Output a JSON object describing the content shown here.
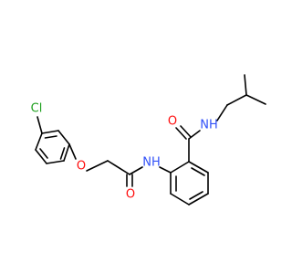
{
  "molecule": {
    "atoms": {
      "chlorine": "Cl",
      "ether_oxygen": "O",
      "amide1_oxygen": "O",
      "amide1_nh": "NH",
      "amide2_oxygen": "O",
      "amide2_nh": "NH"
    },
    "colors": {
      "bond": "#000000",
      "chlorine": "#1fa01f",
      "oxygen": "#ff0d0d",
      "nitrogen": "#3050f8"
    }
  }
}
